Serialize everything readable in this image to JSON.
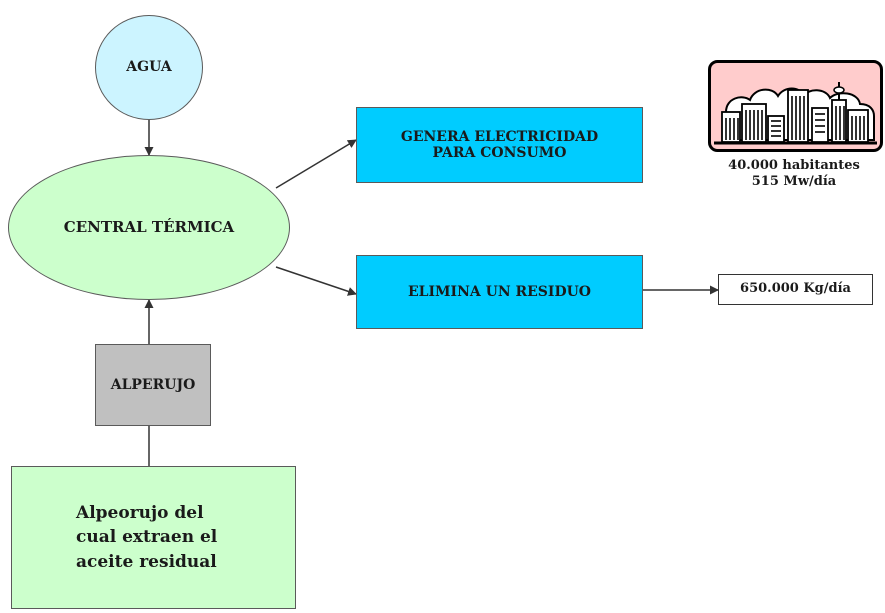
{
  "diagram": {
    "nodes": {
      "agua": {
        "label": "AGUA",
        "fill": "#ccf4ff",
        "shape": "ellipse"
      },
      "central": {
        "label": "CENTRAL TÉRMICA",
        "fill": "#ccffcc",
        "shape": "ellipse"
      },
      "electricidad": {
        "label": "GENERA ELECTRICIDAD\nPARA CONSUMO",
        "fill": "#00ccff",
        "shape": "rectangle"
      },
      "elimina": {
        "label": "ELIMINA UN RESIDUO",
        "fill": "#00ccff",
        "shape": "rectangle"
      },
      "alperujo": {
        "label": "ALPERUJO",
        "fill": "#c0c0c0",
        "shape": "rectangle"
      },
      "alpeorujo": {
        "label": "Alpeorujo del\ncual extraen el\naceite residual",
        "fill": "#ccffcc",
        "shape": "rectangle"
      },
      "kg": {
        "label": "650.000 Kg/día",
        "fill": "#ffffff",
        "shape": "rectangle"
      }
    },
    "edges": [
      {
        "from": "agua",
        "to": "central",
        "arrow": true
      },
      {
        "from": "central",
        "to": "electricidad",
        "arrow": true
      },
      {
        "from": "central",
        "to": "elimina",
        "arrow": true
      },
      {
        "from": "elimina",
        "to": "kg",
        "arrow": true
      },
      {
        "from": "alperujo",
        "to": "central",
        "arrow": true
      },
      {
        "from": "alpeorujo",
        "to": "alperujo",
        "arrow": false
      }
    ],
    "city": {
      "icon": "city-skyline-icon",
      "sky_color": "#ffcccc",
      "line1": "40.000 habitantes",
      "line2": "515 Mw/día"
    }
  }
}
